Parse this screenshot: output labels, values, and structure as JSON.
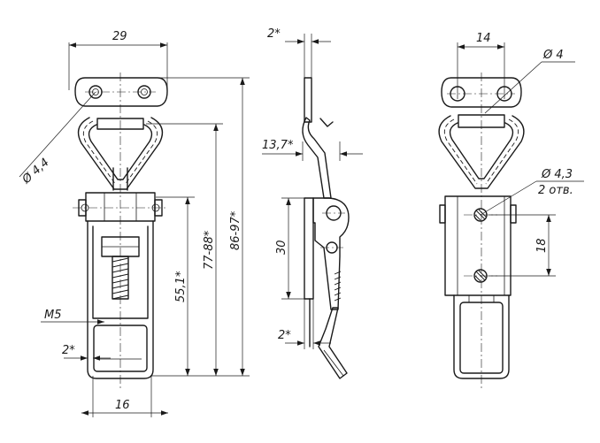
{
  "front_view": {
    "width_top": "29",
    "width_bottom": "16",
    "hole_diameter": "Ø 4,4",
    "thread": "M5",
    "wall": "2*",
    "height_pivot": "55,1*",
    "height_mid": "77-88*",
    "height_total": "86-97*"
  },
  "side_view": {
    "thickness_top": "2*",
    "offset": "13,7*",
    "height_plate": "30",
    "thickness_bottom": "2*"
  },
  "back_view": {
    "hole_spacing": "14",
    "hole_diameter_top": "Ø 4",
    "hole_diameter_mount": "Ø 4,3",
    "hole_count": "2 отв.",
    "mount_spacing": "18"
  }
}
